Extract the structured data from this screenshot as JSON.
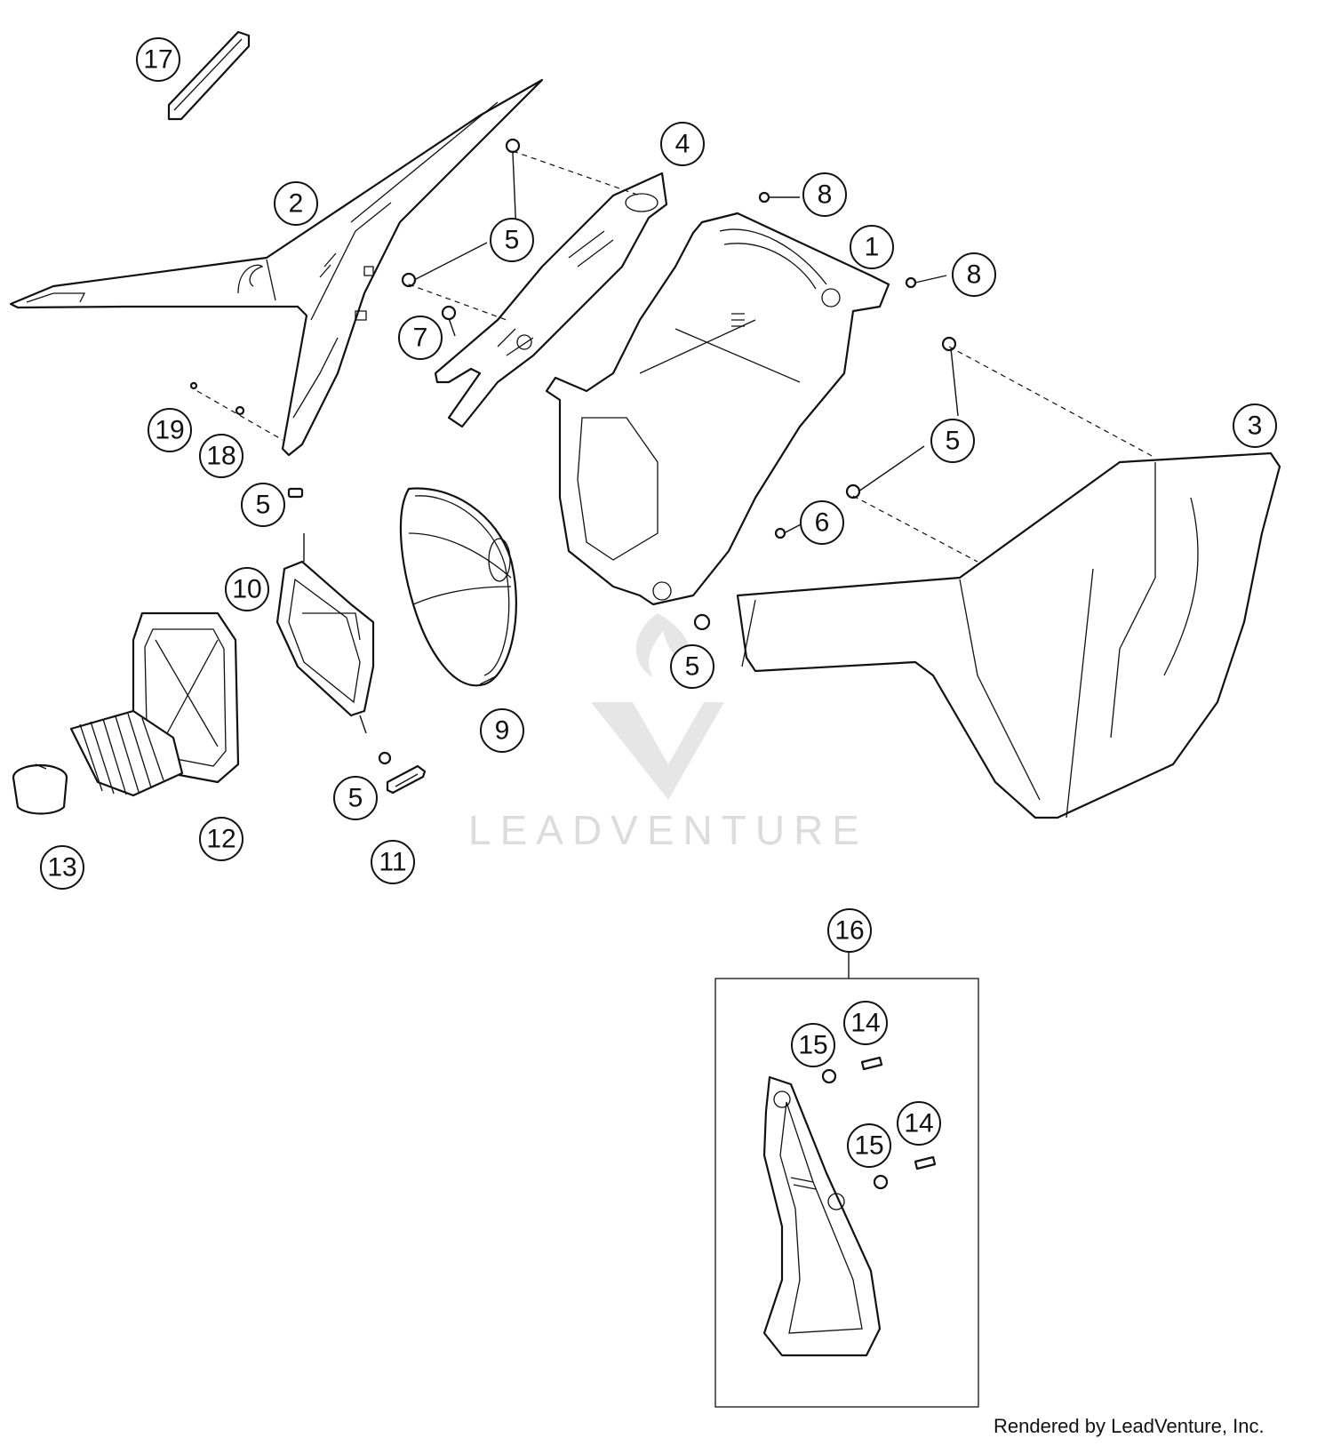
{
  "callouts": [
    {
      "id": "17",
      "label": "17"
    },
    {
      "id": "2",
      "label": "2"
    },
    {
      "id": "4",
      "label": "4"
    },
    {
      "id": "5a",
      "label": "5"
    },
    {
      "id": "5b",
      "label": "5"
    },
    {
      "id": "7",
      "label": "7"
    },
    {
      "id": "8a",
      "label": "8"
    },
    {
      "id": "1",
      "label": "1"
    },
    {
      "id": "8b",
      "label": "8"
    },
    {
      "id": "3",
      "label": "3"
    },
    {
      "id": "5c",
      "label": "5"
    },
    {
      "id": "6",
      "label": "6"
    },
    {
      "id": "19",
      "label": "19"
    },
    {
      "id": "18",
      "label": "18"
    },
    {
      "id": "5d",
      "label": "5"
    },
    {
      "id": "10",
      "label": "10"
    },
    {
      "id": "5e",
      "label": "5"
    },
    {
      "id": "9",
      "label": "9"
    },
    {
      "id": "5f",
      "label": "5"
    },
    {
      "id": "12",
      "label": "12"
    },
    {
      "id": "13",
      "label": "13"
    },
    {
      "id": "11",
      "label": "11"
    },
    {
      "id": "16",
      "label": "16"
    },
    {
      "id": "14a",
      "label": "14"
    },
    {
      "id": "15a",
      "label": "15"
    },
    {
      "id": "14b",
      "label": "14"
    },
    {
      "id": "15b",
      "label": "15"
    }
  ],
  "watermark": {
    "brand": "LEADVENTURE",
    "logo_icon": "flame-v-logo-icon"
  },
  "credit": "Rendered by LeadVenture, Inc."
}
